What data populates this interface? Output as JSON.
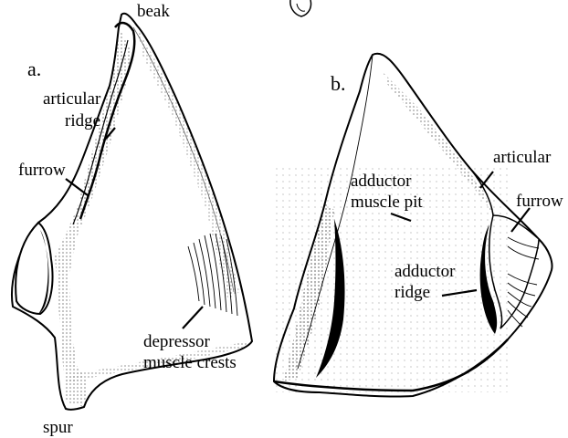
{
  "figure": {
    "panel_a": "a.",
    "panel_b": "b.",
    "labels_a": {
      "beak": "beak",
      "articular_ridge_1": "articular",
      "articular_ridge_2": "ridge",
      "furrow": "furrow",
      "depressor_1": "depressor",
      "depressor_2": "muscle crests",
      "spur": "spur"
    },
    "labels_b": {
      "articular": "articular",
      "furrow": "furrow",
      "adductor_pit_1": "adductor",
      "adductor_pit_2": "muscle pit",
      "adductor_ridge_1": "adductor",
      "adductor_ridge_2": "ridge"
    }
  }
}
